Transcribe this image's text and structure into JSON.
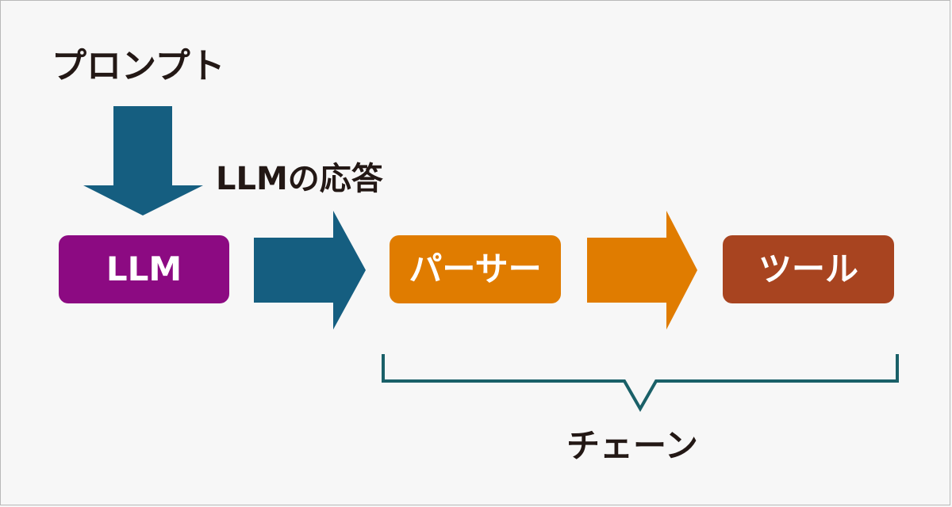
{
  "labels": {
    "prompt": "プロンプト",
    "llm_response": "LLMの応答",
    "chain": "チェーン"
  },
  "nodes": {
    "llm": "LLM",
    "parser": "パーサー",
    "tool": "ツール"
  },
  "colors": {
    "llm_box": "#8c0a82",
    "parser_box": "#e07c00",
    "tool_box": "#a84420",
    "prompt_arrow": "#155e80",
    "response_arrow": "#155e80",
    "parser_arrow": "#e07c00",
    "chain_bracket": "#1a6068"
  }
}
